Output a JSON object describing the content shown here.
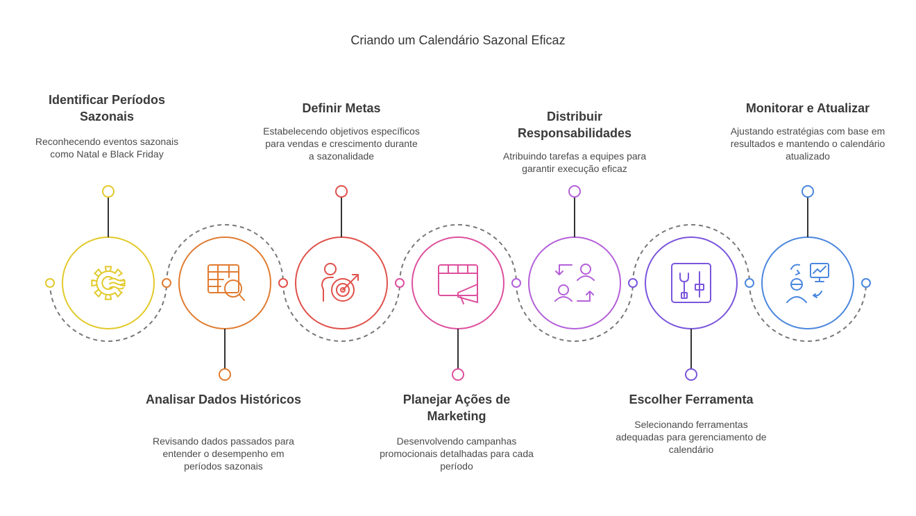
{
  "title": "Criando um Calendário Sazonal Eficaz",
  "steps": [
    {
      "title": "Identificar Períodos Sazonais",
      "description": "Reconhecendo eventos sazonais como Natal e Black Friday",
      "color": "#e2c92a",
      "icon": "seasonal-gear-icon",
      "position": "top"
    },
    {
      "title": "Analisar Dados Históricos",
      "description": "Revisando dados passados para entender o desempenho em períodos sazonais",
      "color": "#e07b30",
      "icon": "data-table-search-icon",
      "position": "bottom"
    },
    {
      "title": "Definir Metas",
      "description": "Estabelecendo objetivos específicos para vendas e crescimento durante a sazonalidade",
      "color": "#e0504a",
      "icon": "person-target-icon",
      "position": "top"
    },
    {
      "title": "Planejar Ações de Marketing",
      "description": "Desenvolvendo campanhas promocionais detalhadas para cada período",
      "color": "#dd4f9d",
      "icon": "calendar-megaphone-icon",
      "position": "bottom"
    },
    {
      "title": "Distribuir Responsabilidades",
      "description": "Atribuindo tarefas a equipes para garantir execução eficaz",
      "color": "#b45fd9",
      "icon": "people-exchange-icon",
      "position": "top"
    },
    {
      "title": "Escolher Ferramenta",
      "description": "Selecionando ferramentas adequadas para gerenciamento de calendário",
      "color": "#7a55dc",
      "icon": "tools-panel-icon",
      "position": "bottom"
    },
    {
      "title": "Monitorar e Atualizar",
      "description": "Ajustando estratégias com base em resultados e mantendo o calendário atualizado",
      "color": "#4a86de",
      "icon": "person-monitor-chart-icon",
      "position": "top"
    }
  ]
}
